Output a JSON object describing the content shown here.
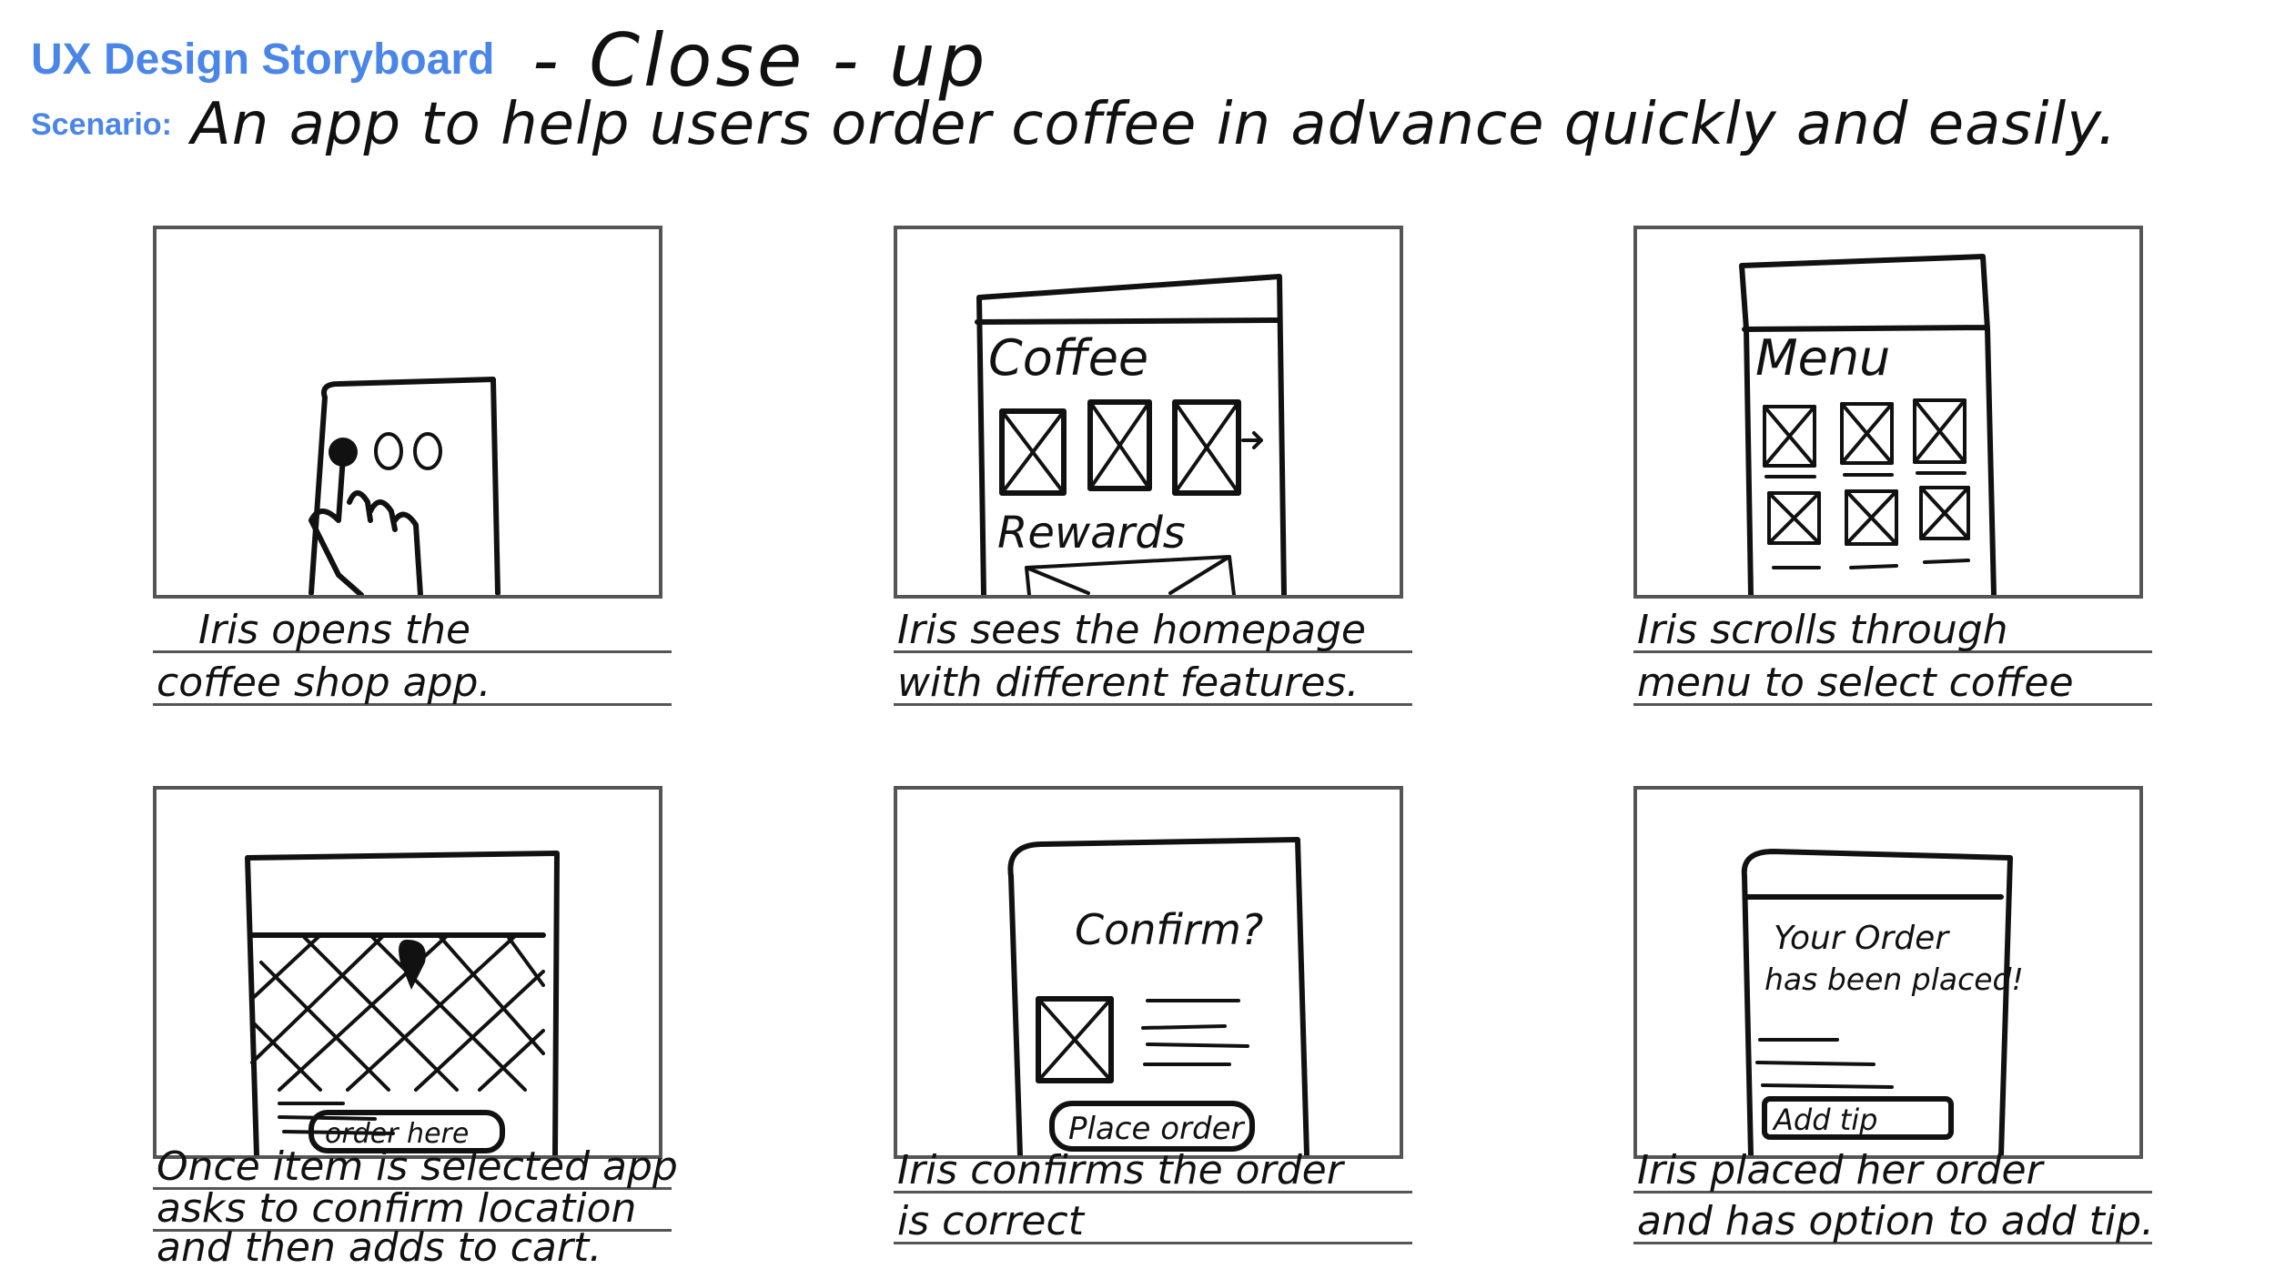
{
  "header": {
    "title": "UX Design Storyboard",
    "subtitle": "- Close - up",
    "scenario_label": "Scenario:",
    "scenario_text": "An app to help users order coffee in advance quickly and easily."
  },
  "panels": [
    {
      "caption": [
        "Iris opens the",
        "coffee shop app."
      ],
      "sketch_labels": []
    },
    {
      "caption": [
        "Iris sees the homepage",
        "with different features."
      ],
      "sketch_labels": [
        "Coffee",
        "Rewards"
      ]
    },
    {
      "caption": [
        "Iris scrolls through",
        "menu to select coffee"
      ],
      "sketch_labels": [
        "Menu"
      ]
    },
    {
      "caption": [
        "Once item is selected app",
        "asks to confirm location",
        "and then adds to cart."
      ],
      "sketch_labels": [
        "order here"
      ]
    },
    {
      "caption": [
        "Iris confirms the order",
        "is correct"
      ],
      "sketch_labels": [
        "Confirm?",
        "Place order"
      ]
    },
    {
      "caption": [
        "Iris placed her order",
        "and has option to add tip."
      ],
      "sketch_labels": [
        "Your Order",
        "has been placed!",
        "Add tip"
      ]
    }
  ],
  "colors": {
    "accent": "#4a86e8",
    "frame": "#555555",
    "ink": "#111111"
  }
}
